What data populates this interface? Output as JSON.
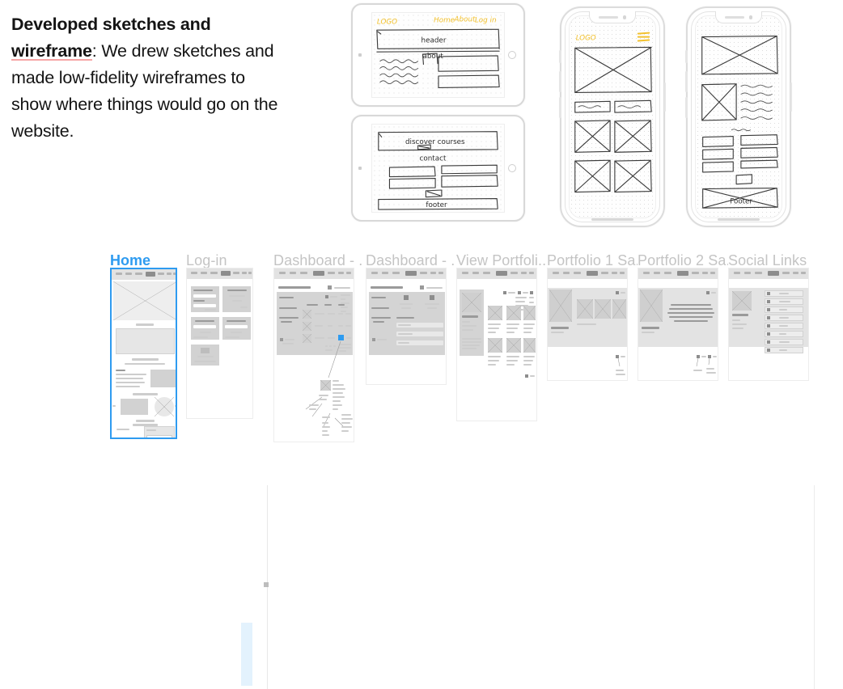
{
  "description": {
    "lead_bold": "Developed sketches and ",
    "underlined": "wireframe",
    "after": ": We drew sketches and made low-fidelity wireframes to show where things would go on the website.",
    "underline_color": "#f6a6a6",
    "text_color": "#141414"
  },
  "sketches": {
    "tablet_top": {
      "label": "tablet-sketch-homepage",
      "logo": "LOGO",
      "nav": [
        "Home",
        "About",
        "Log in"
      ],
      "header_label": "header",
      "sub_label": "about",
      "logo_color": "#f2c12e"
    },
    "tablet_bottom": {
      "label": "tablet-sketch-courses",
      "banner_label": "discover courses",
      "section_label": "contact",
      "footer_label": "footer"
    },
    "phone_left": {
      "label": "phone-sketch-home",
      "logo": "LOGO",
      "menu_icon": "hamburger-icon",
      "logo_color": "#f2c12e"
    },
    "phone_right": {
      "label": "phone-sketch-detail",
      "footer_label": "Footer"
    }
  },
  "gallery": {
    "panes": [
      {
        "title": "Home",
        "selected": true
      },
      {
        "title": "Log-in",
        "selected": false
      },
      {
        "title": "Dashboard - ...",
        "selected": false
      },
      {
        "title": "Dashboard - ...",
        "selected": false
      },
      {
        "title": "View Portfoli...",
        "selected": false
      },
      {
        "title": "Portfolio 1 Sa...",
        "selected": false
      },
      {
        "title": "Portfolio 2 Sa...",
        "selected": false
      },
      {
        "title": "Social Links",
        "selected": false
      }
    ],
    "accent_color": "#2e9bf0",
    "title_color": "#c4c4c4",
    "highlight_color": "#e3f2fd"
  }
}
